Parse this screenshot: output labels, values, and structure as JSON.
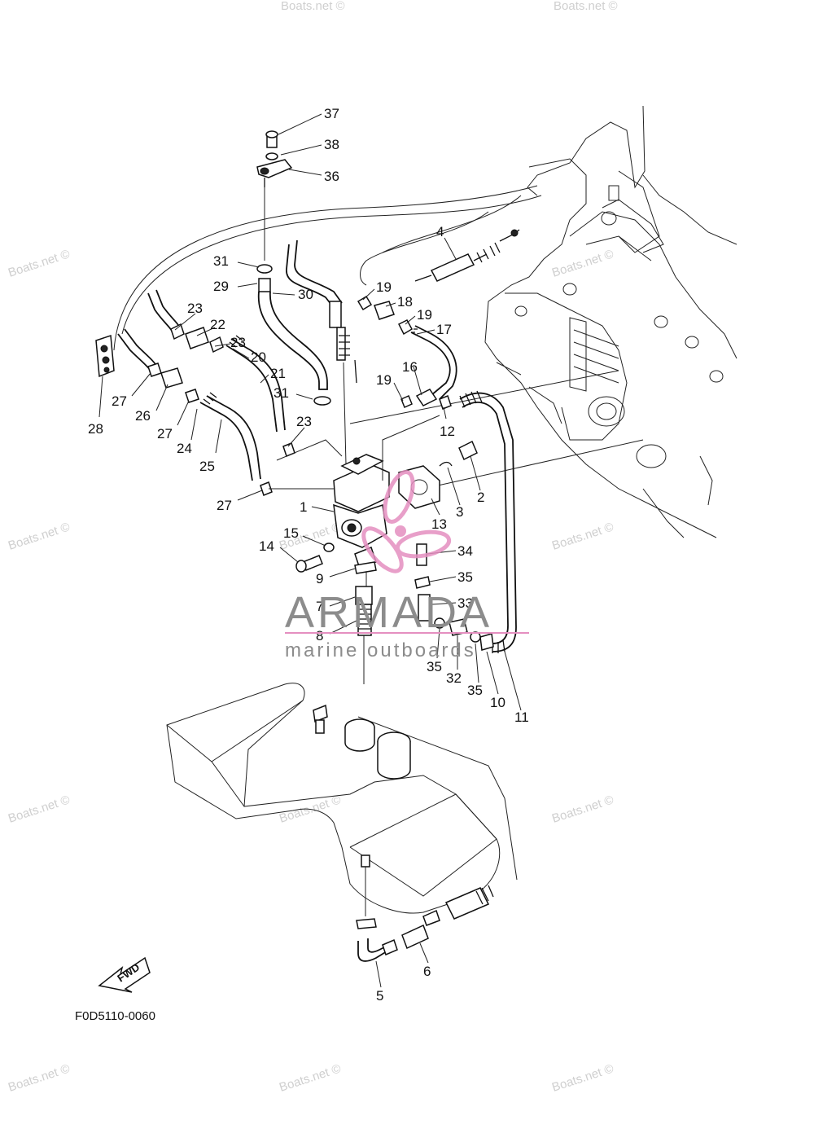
{
  "brand": {
    "name": "ARMADA",
    "tagline": "marine outboards",
    "accent": "#e58fc0",
    "text_color": "#8c8c8c"
  },
  "diagram_code": "F0D5110-0060",
  "fwd_arrow_label": "FWD",
  "watermarks": [
    "Boats.net ©",
    "Boats.net ©",
    "Boats.net ©",
    "Boats.net ©",
    "Boats.net ©",
    "Boats.net ©",
    "Boats.net ©",
    "Boats.net ©",
    "Boats.net ©",
    "Boats.net ©",
    "Boats.net ©",
    "Boats.net ©",
    "Boats.net ©"
  ],
  "callouts": [
    "37",
    "38",
    "36",
    "4",
    "31",
    "29",
    "30",
    "19",
    "18",
    "19",
    "17",
    "23",
    "22",
    "23",
    "20",
    "21",
    "16",
    "19",
    "31",
    "27",
    "26",
    "27",
    "24",
    "25",
    "28",
    "23",
    "12",
    "2",
    "3",
    "13",
    "27",
    "1",
    "15",
    "14",
    "34",
    "9",
    "35",
    "7",
    "33",
    "8",
    "35",
    "32",
    "35",
    "10",
    "11",
    "6",
    "5"
  ]
}
